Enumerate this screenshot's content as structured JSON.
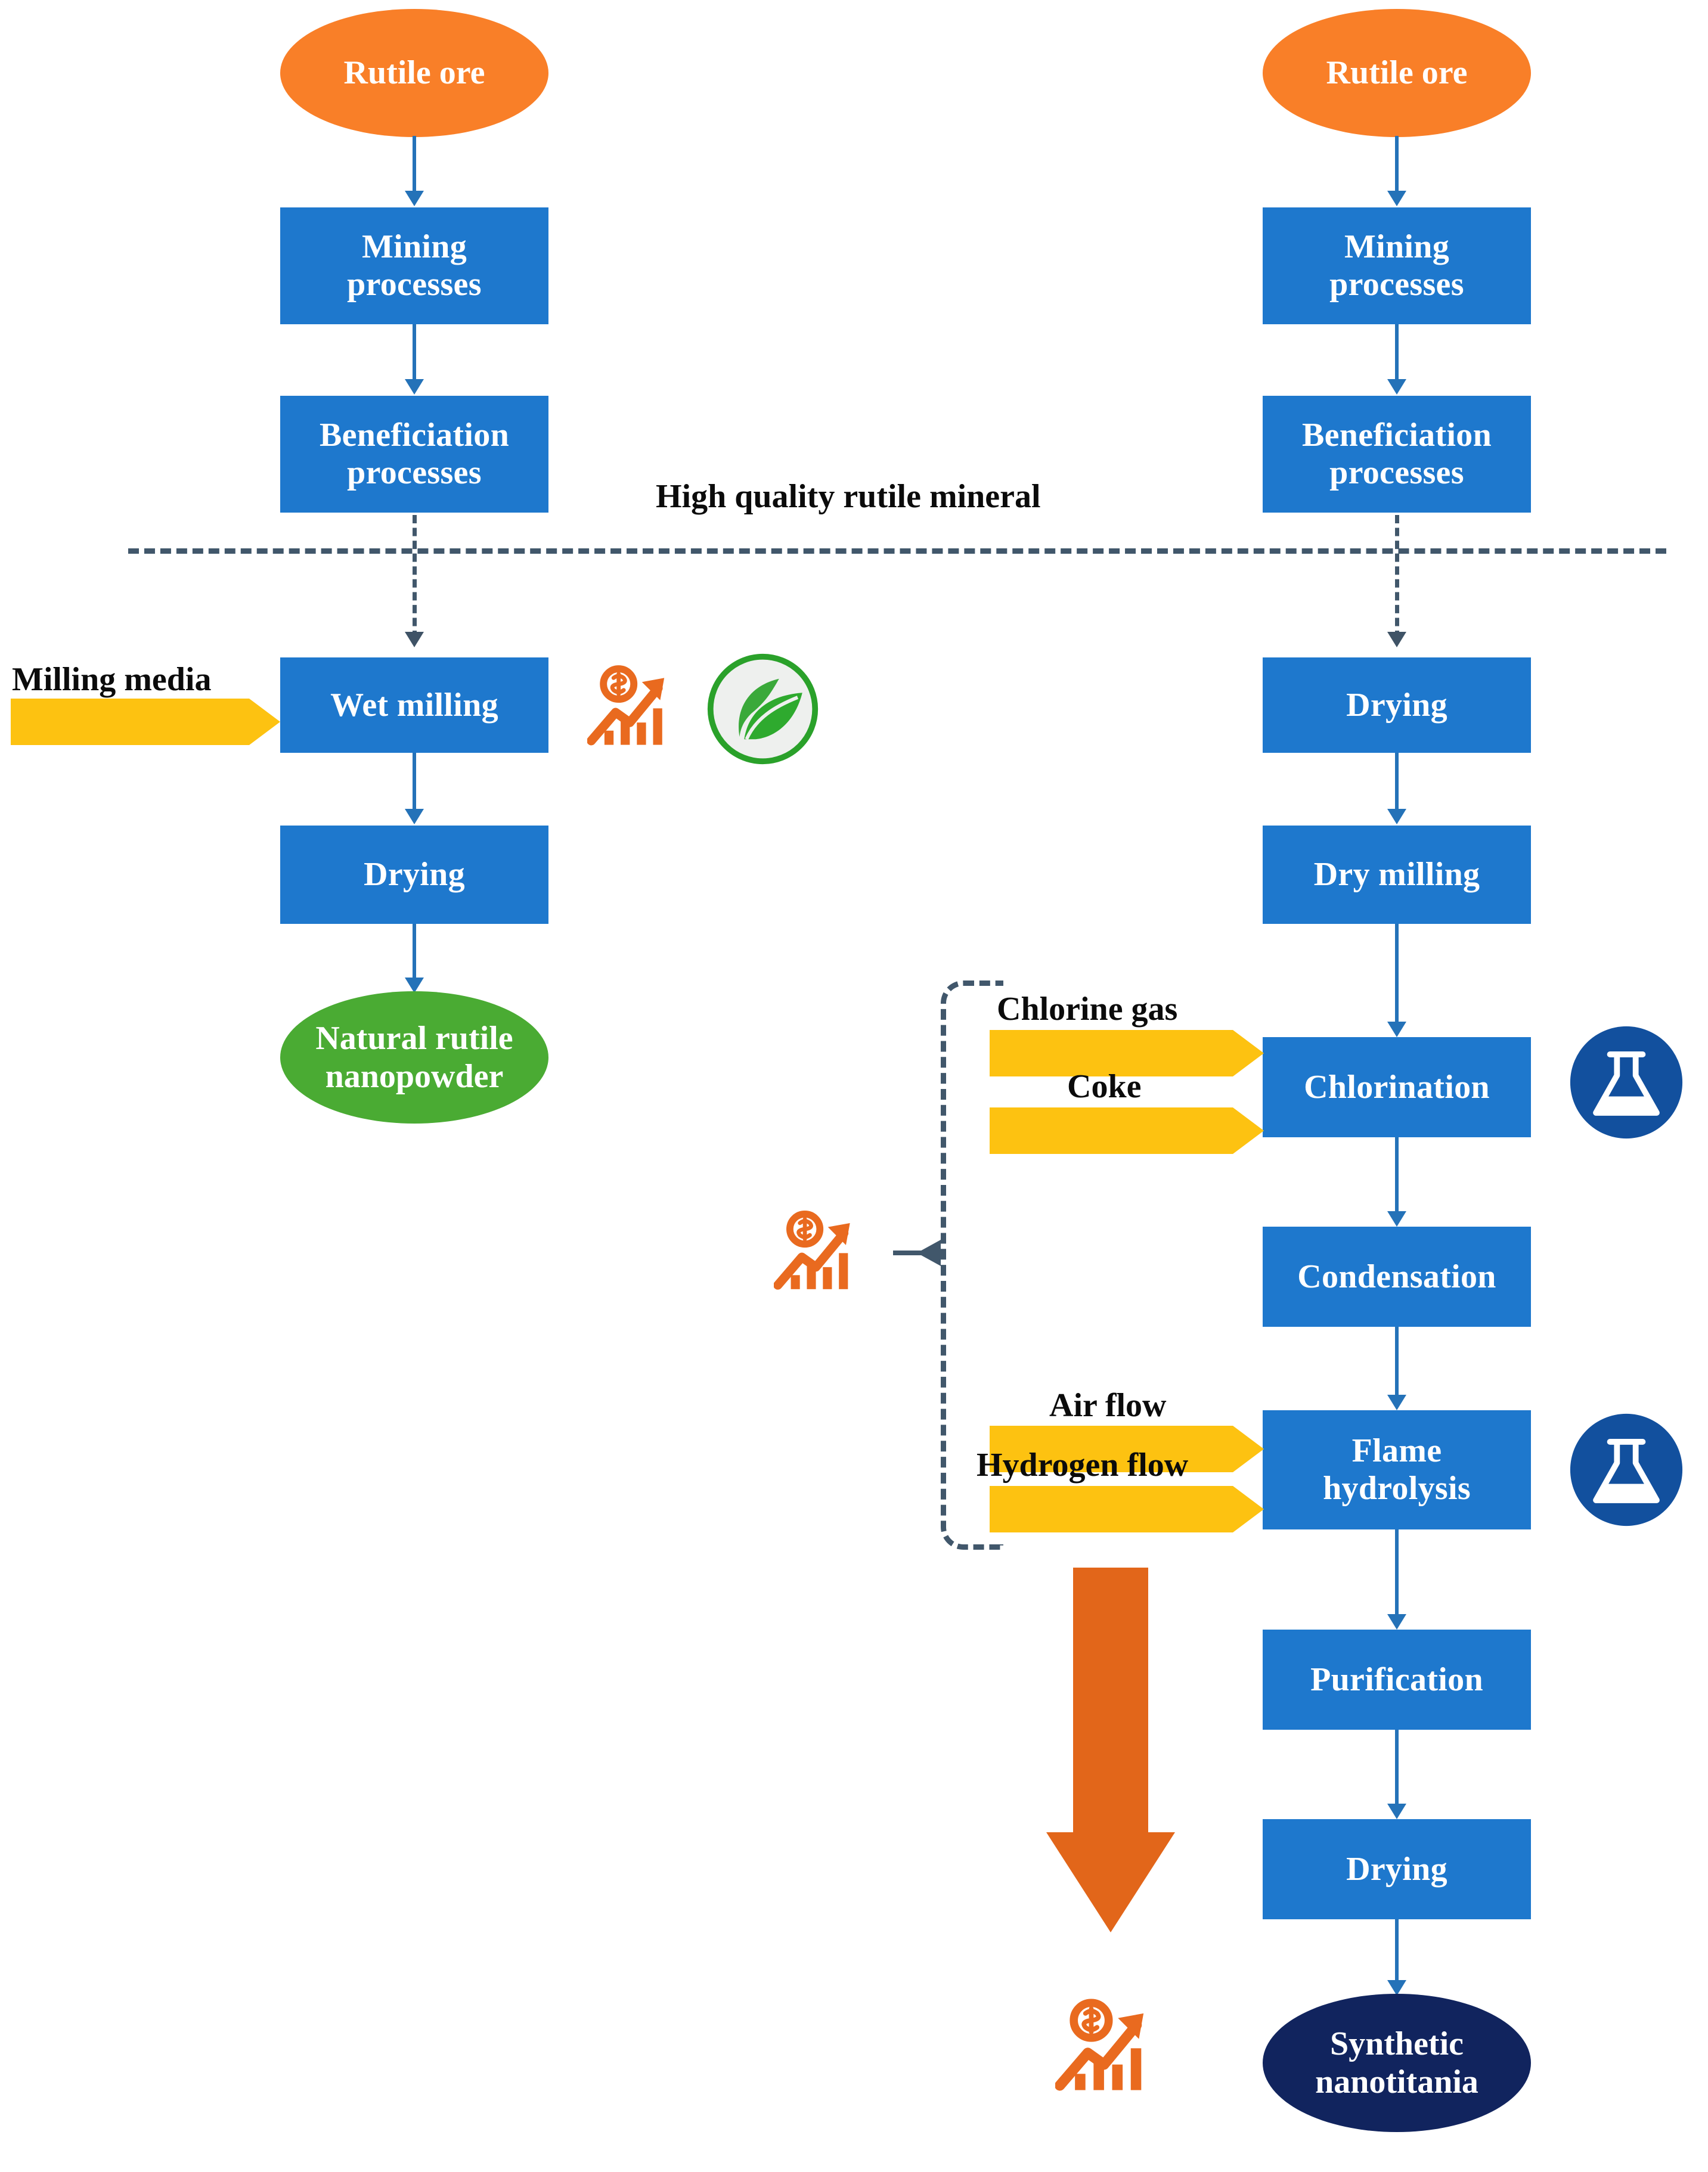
{
  "diagram": {
    "title_note": "High quality rutile mineral",
    "colors": {
      "process_box": "#1e78cd",
      "ore_ellipse": "#f97f28",
      "natural_product": "#4aab33",
      "synthetic_product": "#11245e",
      "feed_arrow": "#fdc211",
      "cost_icon": "#e96a1f",
      "eco_icon": "#2aa12a",
      "flask_icon": "#12509e",
      "dashed_line": "#41576b",
      "connector": "#2472b8"
    },
    "left_branch": {
      "name": "natural-rutile-nanopowder-route",
      "start_label": "Rutile ore",
      "steps": [
        {
          "label": "Mining\nprocesses"
        },
        {
          "label": "Beneficiation\nprocesses"
        },
        {
          "label": "Wet milling"
        },
        {
          "label": "Drying"
        }
      ],
      "end_label": "Natural rutile\nnanopowder",
      "feeds": [
        {
          "label": "Milling media",
          "target": "Wet milling"
        }
      ],
      "icons": [
        {
          "name": "cost-growth-icon",
          "meaning": "cost / profitability increase"
        },
        {
          "name": "eco-leaf-icon",
          "meaning": "environmentally friendly"
        }
      ]
    },
    "right_branch": {
      "name": "synthetic-nanotitania-route",
      "start_label": "Rutile ore",
      "steps": [
        {
          "label": "Mining\nprocesses"
        },
        {
          "label": "Beneficiation\nprocesses"
        },
        {
          "label": "Drying"
        },
        {
          "label": "Dry milling"
        },
        {
          "label": "Chlorination"
        },
        {
          "label": "Condensation"
        },
        {
          "label": "Flame\nhydrolysis"
        },
        {
          "label": "Purification"
        },
        {
          "label": "Drying"
        }
      ],
      "end_label": "Synthetic\nnanotitania",
      "feeds": [
        {
          "label": "Chlorine gas",
          "target": "Chlorination"
        },
        {
          "label": "Coke",
          "target": "Chlorination"
        },
        {
          "label": "Air flow",
          "target": "Flame hydrolysis"
        },
        {
          "label": "Hydrogen flow",
          "target": "Flame hydrolysis"
        }
      ],
      "icons": [
        {
          "name": "flask-icon-chlorination",
          "meaning": "chemical process"
        },
        {
          "name": "flask-icon-flame-hydrolysis",
          "meaning": "chemical process"
        },
        {
          "name": "cost-growth-icon-bracket",
          "meaning": "increased cost for chemical stages"
        },
        {
          "name": "cost-growth-icon-bottom",
          "meaning": "increased overall cost"
        }
      ]
    },
    "separator": {
      "type": "horizontal-dashed-line",
      "label": "High quality rutile mineral"
    }
  }
}
